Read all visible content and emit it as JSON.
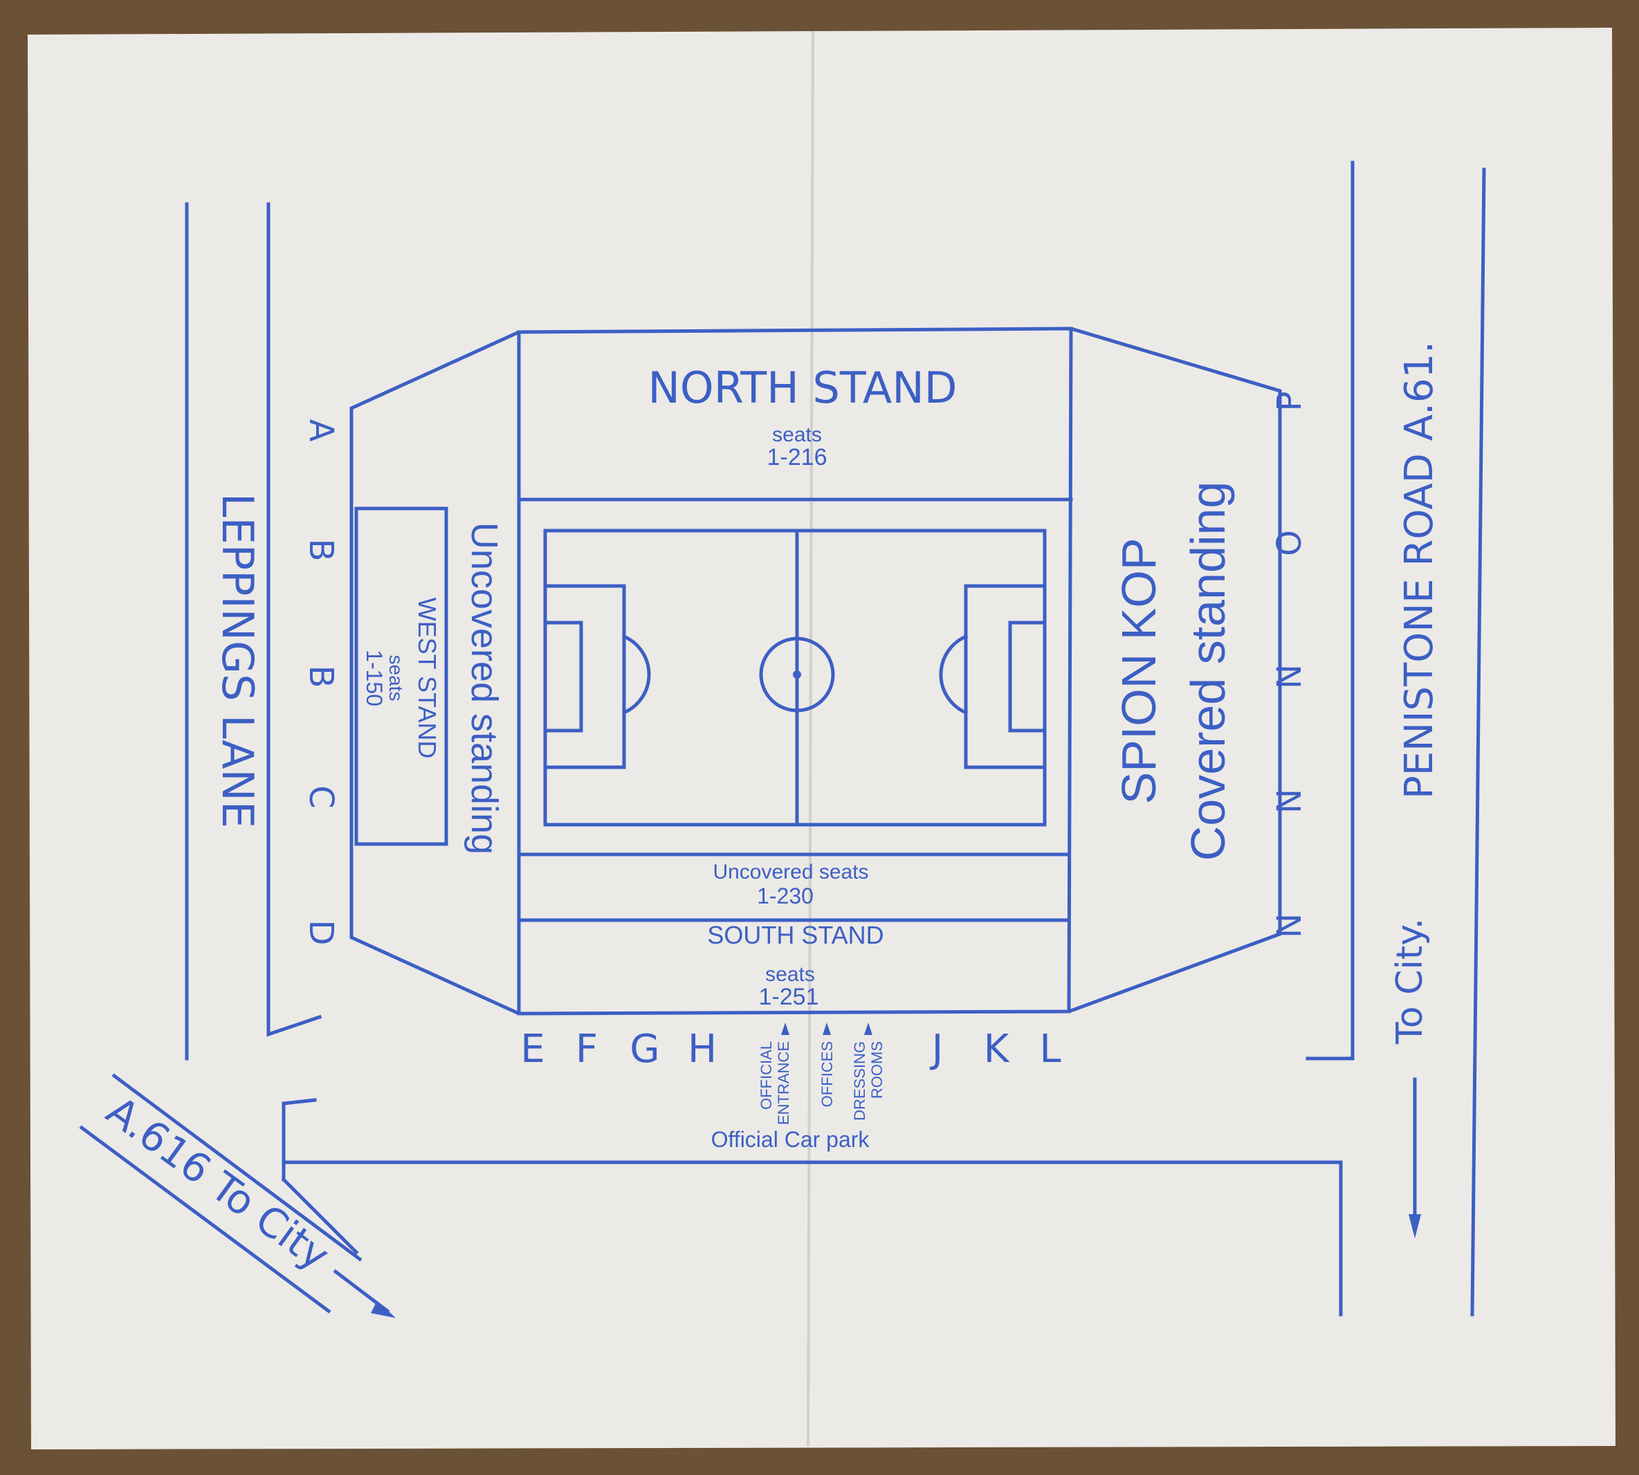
{
  "colors": {
    "ink": "#3c5fc4",
    "paper": "#eceae7",
    "desk": "#6b5236"
  },
  "stands": {
    "north": {
      "name": "NORTH STAND",
      "seats_label": "seats",
      "seats_range": "1-216"
    },
    "west": {
      "name": "WEST STAND",
      "seats_label": "seats",
      "seats_range": "1-150",
      "standing": "Uncovered standing"
    },
    "south": {
      "name": "SOUTH STAND",
      "seats_label": "seats",
      "seats_range": "1-251",
      "uncovered_label": "Uncovered seats",
      "uncovered_range": "1-230"
    },
    "kop": {
      "name": "SPION KOP",
      "standing": "Covered standing"
    }
  },
  "gates": {
    "west": [
      "A",
      "B",
      "B",
      "C",
      "D"
    ],
    "south_left": [
      "E",
      "F",
      "G",
      "H"
    ],
    "south_right": [
      "J",
      "K",
      "L"
    ],
    "east": [
      "P",
      "O",
      "N",
      "N",
      "N"
    ]
  },
  "facilities": {
    "entrance_line1": "OFFICIAL",
    "entrance_line2": "ENTRANCE",
    "offices": "OFFICES",
    "dressing_line1": "DRESSING",
    "dressing_line2": "ROOMS",
    "car_park": "Official Car park"
  },
  "roads": {
    "leppings": "LEPPINGS LANE",
    "penistone": "PENISTONE ROAD  A.61.",
    "to_city": "To City.",
    "a616": "A.616 To City"
  }
}
